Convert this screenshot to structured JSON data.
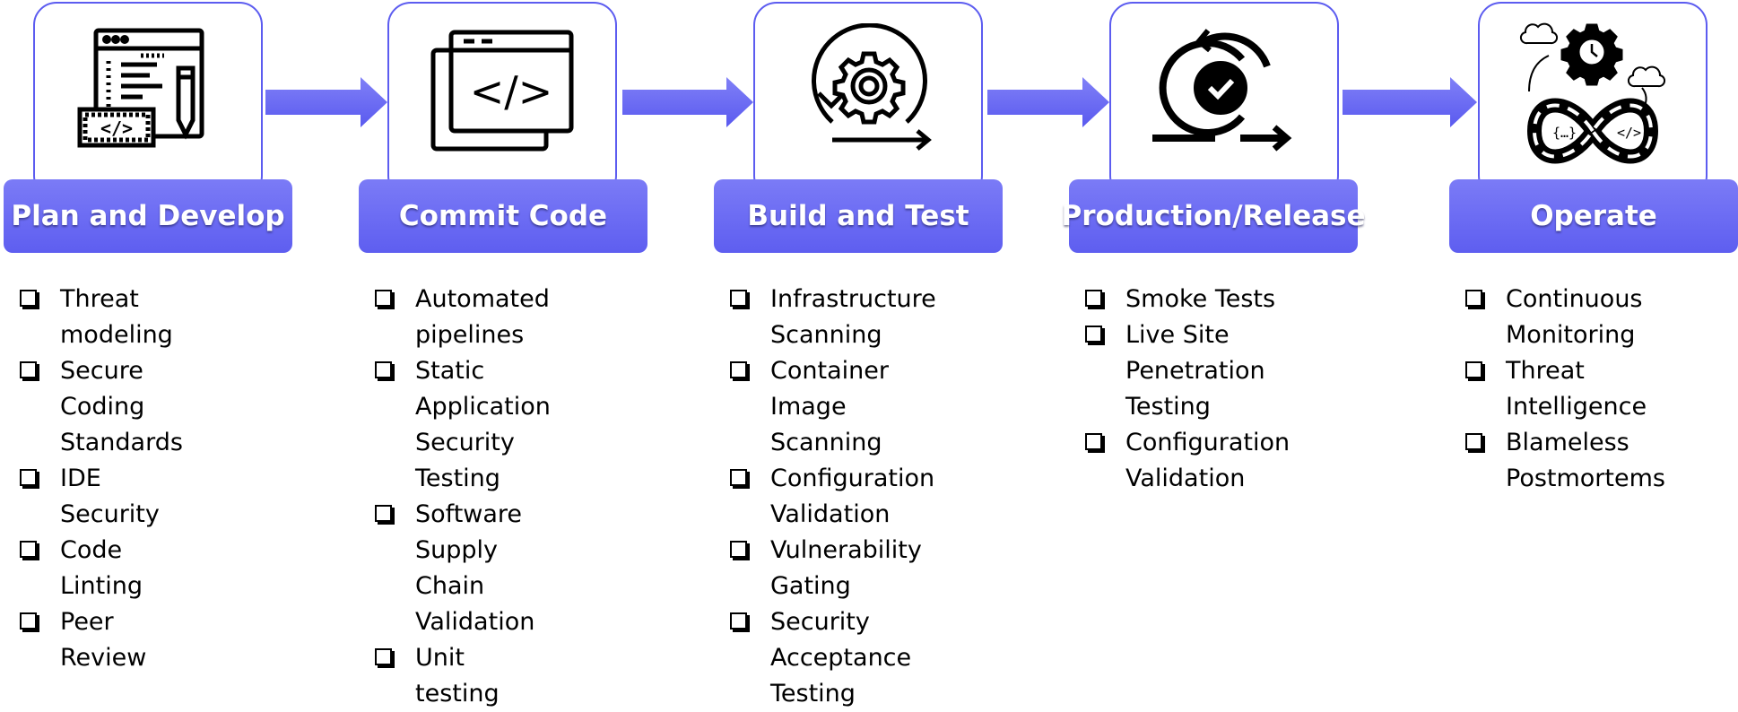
{
  "colors": {
    "accent": "#6b6bf3",
    "border": "#5c5cf0",
    "text": "#000000"
  },
  "stages": [
    {
      "title": "Plan and Develop",
      "icon": "code-editor-pencil-icon",
      "items": [
        "Threat modeling",
        "Secure Coding\nStandards",
        "IDE Security",
        "Code Linting",
        "Peer Review"
      ]
    },
    {
      "title": "Commit Code",
      "icon": "code-window-icon",
      "items": [
        "Automated\npipelines",
        "Static Application\nSecurity Testing",
        "Software Supply\nChain Validation",
        "Unit testing"
      ]
    },
    {
      "title": "Build and Test",
      "icon": "gear-cycle-icon",
      "items": [
        "Infrastructure\nScanning",
        "Container Image\nScanning",
        "Configuration\nValidation",
        "Vulnerability\nGating",
        "Security\nAcceptance\nTesting"
      ]
    },
    {
      "title": "Production/Release",
      "icon": "release-check-cycle-icon",
      "items": [
        "Smoke Tests",
        "Live Site\nPenetration\nTesting",
        "Configuration\nValidation"
      ]
    },
    {
      "title": "Operate",
      "icon": "devops-infinity-icon",
      "items": [
        "Continuous\nMonitoring",
        "Threat\nIntelligence",
        "Blameless\nPostmortems"
      ]
    }
  ]
}
